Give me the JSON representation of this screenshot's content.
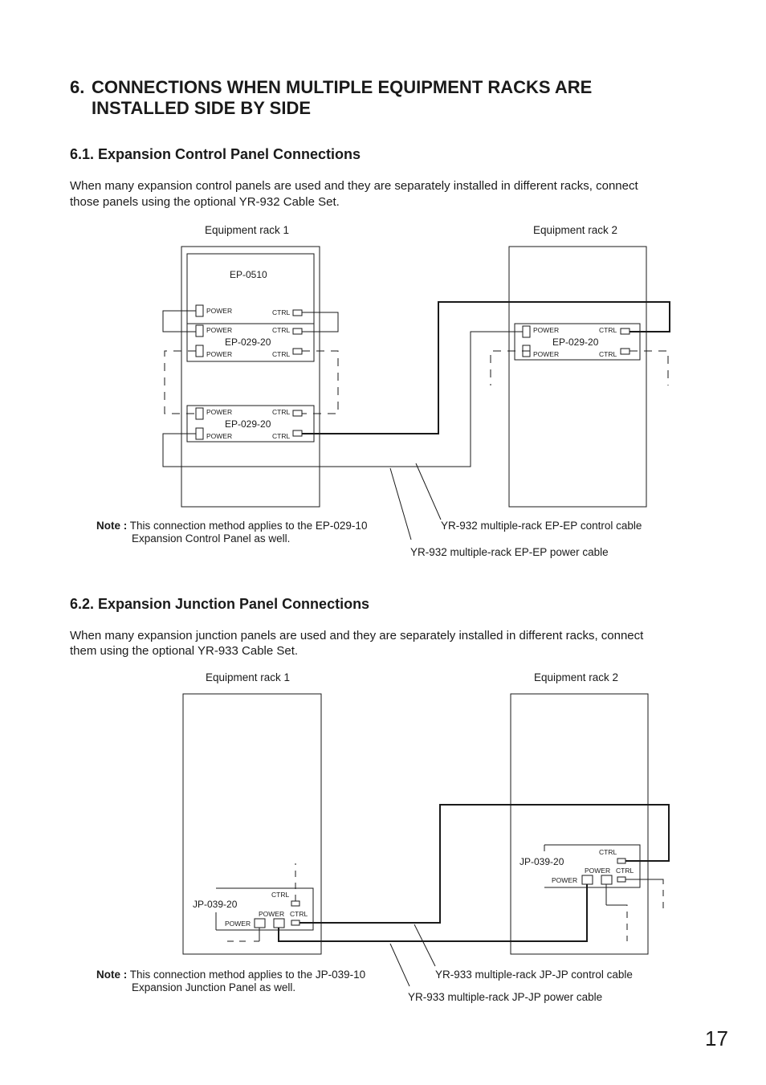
{
  "header": {
    "section_number": "6.",
    "title_line1": "CONNECTIONS WHEN MULTIPLE EQUIPMENT RACKS ARE",
    "title_line2": "INSTALLED SIDE BY SIDE"
  },
  "sec1": {
    "heading": "6.1. Expansion Control Panel Connections",
    "para_line1": "When many expansion control panels are used and they are separately installed in different racks, connect",
    "para_line2": "those panels using the optional YR-932 Cable Set.",
    "rack1_label": "Equipment rack 1",
    "rack2_label": "Equipment rack 2",
    "ep0510": "EP-0510",
    "ep02920": "EP-029-20",
    "power": "POWER",
    "ctrl": "CTRL",
    "note_label": "Note :",
    "note_line1": "This connection method applies to the EP-029-10",
    "note_line2": "Expansion Control Panel as well.",
    "control_cable": "YR-932 multiple-rack EP-EP control cable",
    "power_cable": "YR-932 multiple-rack EP-EP power cable"
  },
  "sec2": {
    "heading": "6.2. Expansion Junction Panel Connections",
    "para_line1": "When many expansion junction panels are used and they are separately installed in different racks, connect",
    "para_line2": "them using the optional YR-933 Cable Set.",
    "rack1_label": "Equipment rack 1",
    "rack2_label": "Equipment rack 2",
    "jp03920": "JP-039-20",
    "power": "POWER",
    "ctrl": "CTRL",
    "note_label": "Note :",
    "note_line1": "This connection method applies to the JP-039-10",
    "note_line2": "Expansion Junction Panel as well.",
    "control_cable": "YR-933 multiple-rack JP-JP control cable",
    "power_cable": "YR-933 multiple-rack JP-JP power cable"
  },
  "footer": {
    "page_number": "17"
  }
}
